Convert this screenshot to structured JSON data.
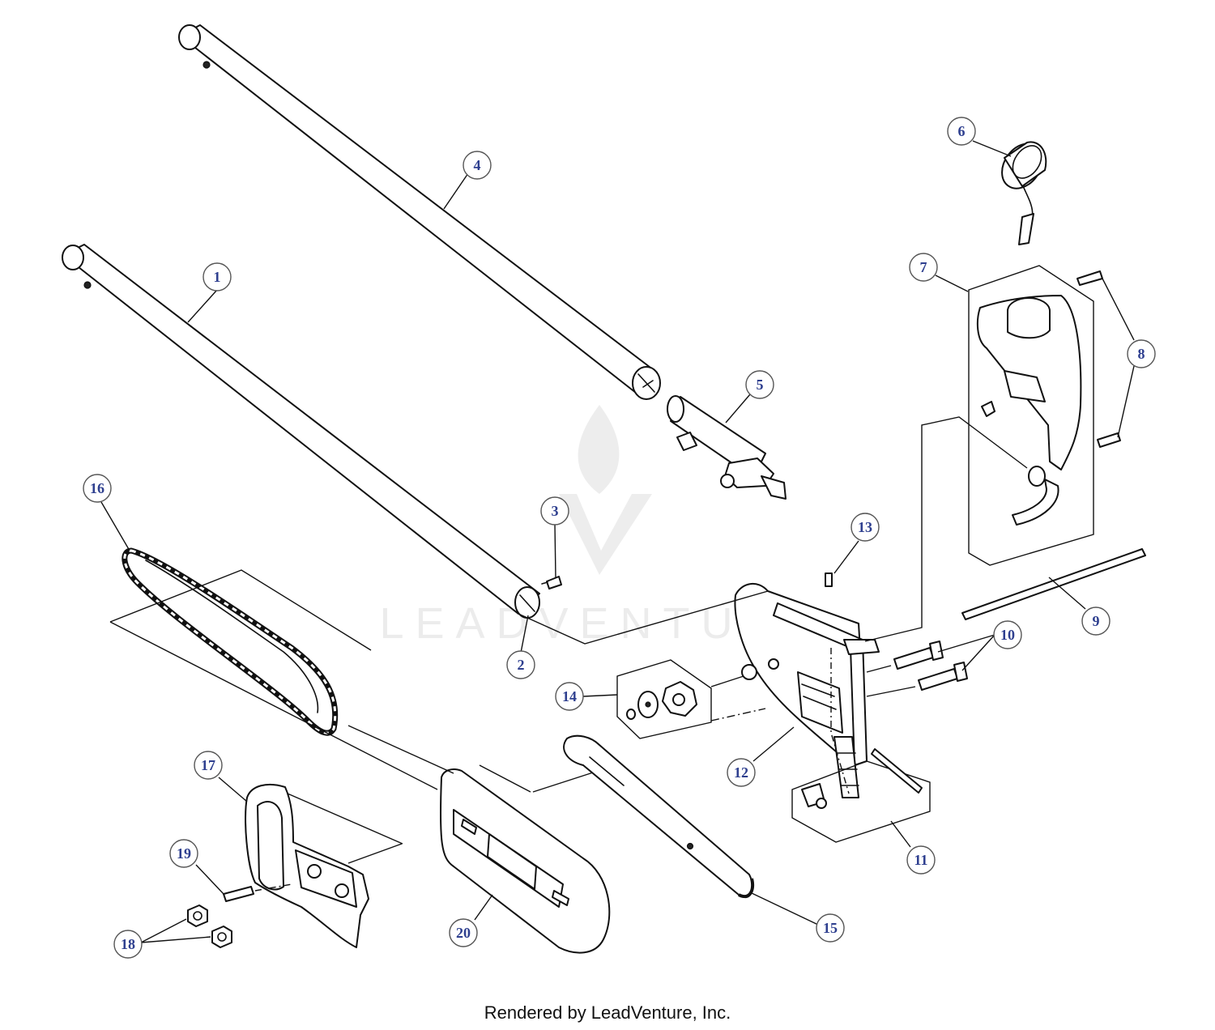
{
  "watermark": {
    "text": "LEADVENTURE"
  },
  "footer": {
    "credit": "Rendered by LeadVenture, Inc."
  },
  "callouts": [
    "1",
    "2",
    "3",
    "4",
    "5",
    "6",
    "7",
    "8",
    "9",
    "10",
    "11",
    "12",
    "13",
    "14",
    "15",
    "16",
    "17",
    "18",
    "19",
    "20"
  ]
}
